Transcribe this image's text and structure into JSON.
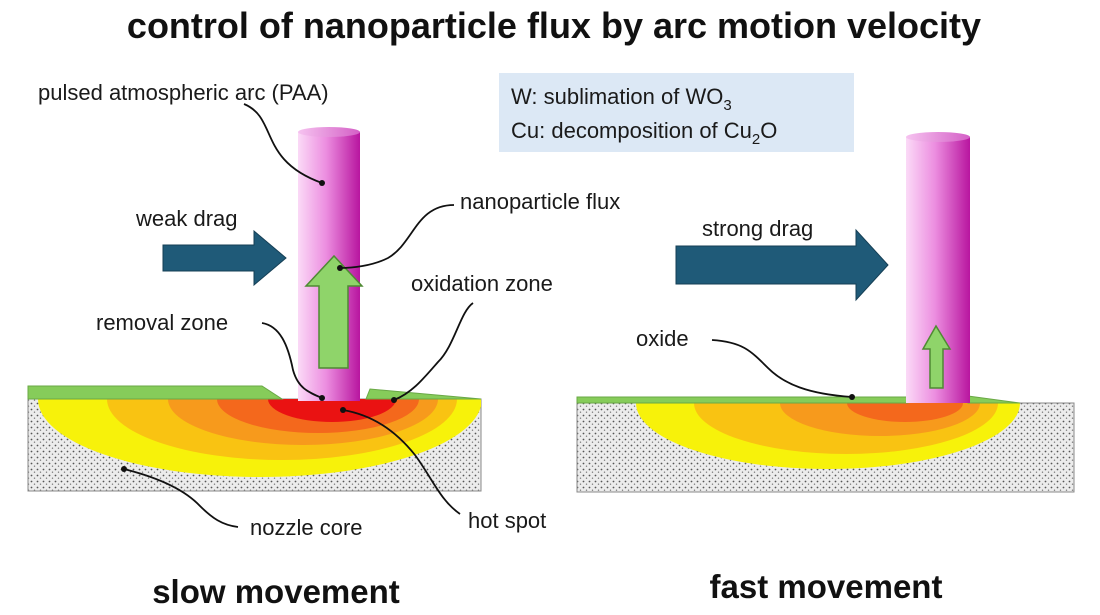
{
  "title": "control of nanoparticle flux by arc motion velocity",
  "info_box": {
    "line1": {
      "prefix": "W:   sublimation of WO",
      "sub": "3"
    },
    "line2": {
      "prefix": "Cu: decomposition of Cu",
      "sub": "2",
      "suffix": "O"
    }
  },
  "left_panel": {
    "caption": "slow movement",
    "labels": {
      "paa": "pulsed atmospheric arc (PAA)",
      "drag": "weak drag",
      "flux": "nanoparticle flux",
      "oxidation": "oxidation zone",
      "removal": "removal zone",
      "hot_spot": "hot spot",
      "core": "nozzle core"
    }
  },
  "right_panel": {
    "caption": "fast movement",
    "labels": {
      "drag": "strong drag",
      "oxide": "oxide"
    }
  },
  "colors": {
    "arc_light": "#f7c6f2",
    "arc_dark": "#c51fb0",
    "drag_arrow": "#1f5a78",
    "flux_arrow": "#8fd46a",
    "oxide_layer": "#86cc5a",
    "info_box": "#dce8f5",
    "zone_yellow": "#f7f20a",
    "zone_orange_light": "#f9c312",
    "zone_orange": "#f79a1c",
    "zone_orange_dark": "#f4681c",
    "zone_red": "#ea1212",
    "core_fill": "#e6e6e6"
  }
}
